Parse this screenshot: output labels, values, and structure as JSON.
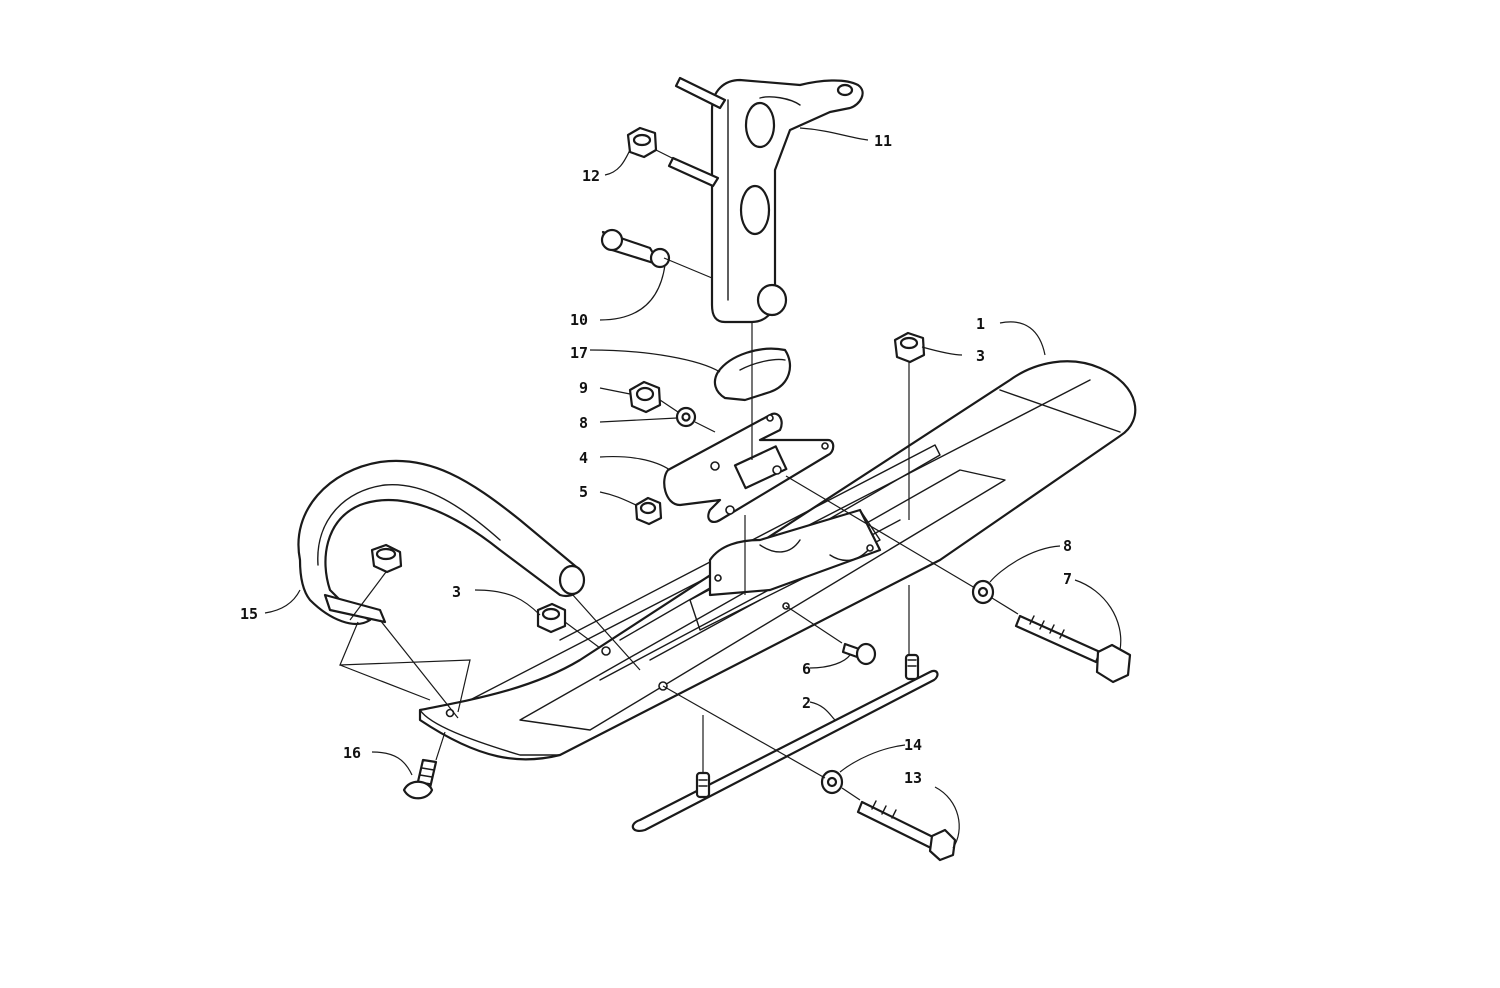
{
  "callouts": [
    {
      "id": "1",
      "label": "1"
    },
    {
      "id": "2",
      "label": "2"
    },
    {
      "id": "3a",
      "label": "3"
    },
    {
      "id": "3b",
      "label": "3"
    },
    {
      "id": "4",
      "label": "4"
    },
    {
      "id": "5",
      "label": "5"
    },
    {
      "id": "6",
      "label": "6"
    },
    {
      "id": "7",
      "label": "7"
    },
    {
      "id": "8a",
      "label": "8"
    },
    {
      "id": "8b",
      "label": "8"
    },
    {
      "id": "9",
      "label": "9"
    },
    {
      "id": "10",
      "label": "10"
    },
    {
      "id": "11",
      "label": "11"
    },
    {
      "id": "12",
      "label": "12"
    },
    {
      "id": "13",
      "label": "13"
    },
    {
      "id": "14",
      "label": "14"
    },
    {
      "id": "15",
      "label": "15"
    },
    {
      "id": "16",
      "label": "16"
    },
    {
      "id": "17",
      "label": "17"
    }
  ],
  "colors": {
    "line": "#1a1a1a",
    "background": "#ffffff"
  }
}
